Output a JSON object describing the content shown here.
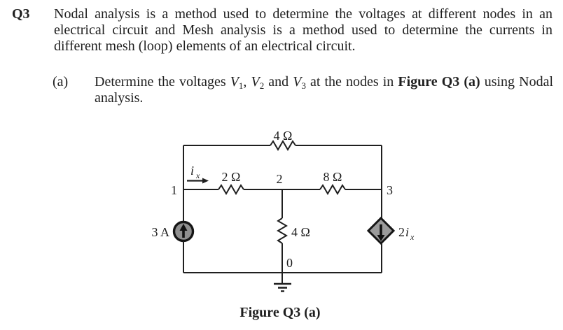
{
  "question": {
    "number": "Q3",
    "line1": "Nodal analysis is a method used to determine the voltages at different nodes in an",
    "line2": "electrical circuit and Mesh analysis is a method used to determine the currents in",
    "line3": "different mesh (loop) elements of an electrical circuit."
  },
  "part_a": {
    "label": "(a)",
    "t1": "Determine the voltages ",
    "v": "V",
    "n1": "1",
    "c1": ", ",
    "n2": "2",
    "c2": " and ",
    "n3": "3",
    "t2": " at the nodes in ",
    "fig": "Figure Q3 (a)",
    "t3": " using Nodal",
    "line2": "analysis."
  },
  "circuit": {
    "resistor_top": "4 Ω",
    "resistor_series_left": "2 Ω",
    "resistor_series_right": "8 Ω",
    "resistor_shunt": "4 Ω",
    "node1": "1",
    "node2": "2",
    "node3": "3",
    "node0": "0",
    "current_source": "3 A",
    "dep_source_coeff": "2",
    "dep_source_i": "i",
    "dep_source_sub": "x",
    "branch_current_i": "i",
    "branch_current_sub": "x",
    "ink_color": "#1f1f1f",
    "source_fill": "#8f8f8f",
    "diamond_fill": "#9b9b9b"
  },
  "caption": "Figure Q3 (a)"
}
